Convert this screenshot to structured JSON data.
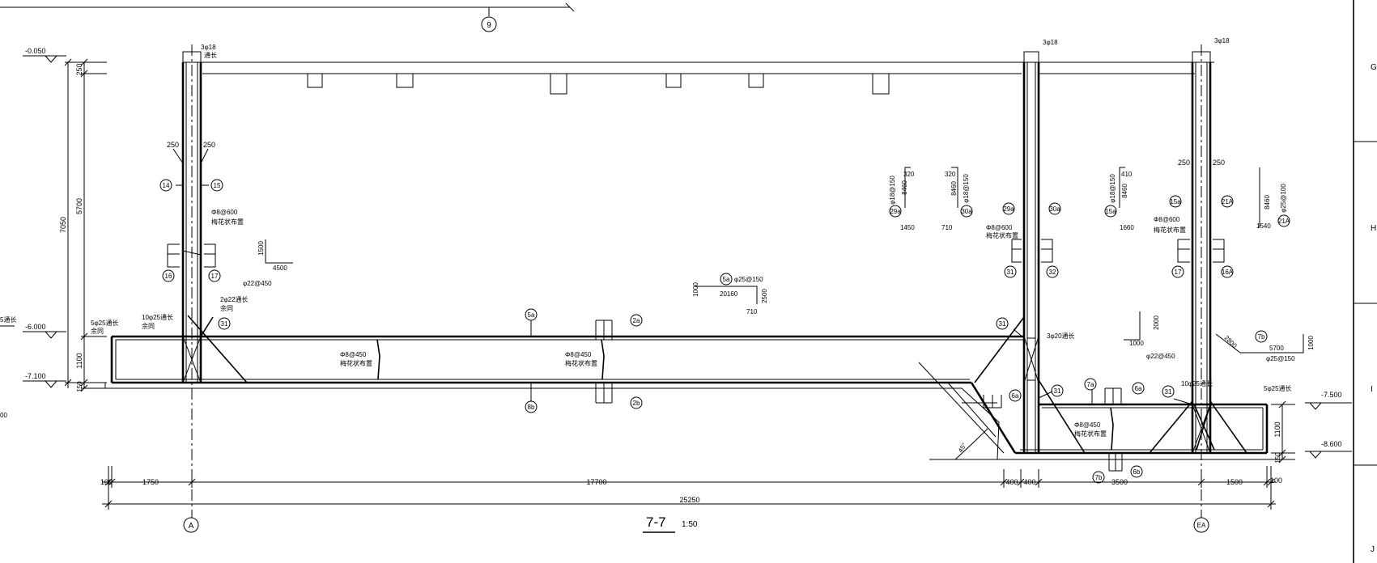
{
  "section": {
    "title": "7-7",
    "scale": "1:50"
  },
  "grid": {
    "top_axis": "9",
    "axis_a": "A",
    "axis_ea": "EA"
  },
  "row_labels": [
    "G",
    "H",
    "I",
    "J"
  ],
  "levels": {
    "top": "-0.050",
    "mid": "-6.000",
    "base": "-7.100",
    "right_mid": "-7.500",
    "right_base": "-8.600"
  },
  "left_dims": {
    "d250": "250",
    "d5700": "5700",
    "d7050": "7050",
    "d1100": "1100",
    "d150": "150"
  },
  "right_dims": {
    "d1100": "1100",
    "d150": "150"
  },
  "bottom_dims": {
    "d100a": "100",
    "d1750": "1750",
    "d17700": "17700",
    "d400a": "400",
    "d400b": "400",
    "d3500": "3500",
    "d1500": "1500",
    "d100b": "100",
    "total": "25250"
  },
  "wall_labels": {
    "top_bar_a": "3φ18",
    "top_bar_b": "3φ18",
    "top_bar_c": "3φ18",
    "through_long": "通长",
    "w250a": "250",
    "w250b": "250",
    "w250c": "250",
    "w250d": "250",
    "m14": "14",
    "m15": "15",
    "m16": "16",
    "m17": "17",
    "m31a": "31",
    "stirrup_a": "Φ8@600",
    "stirrup_note": "梅花状布置",
    "m29a": "29a",
    "m30a": "30a",
    "m31b": "31",
    "m32": "32",
    "m31c": "31",
    "stirrup_b": "Φ8@600",
    "m15a": "15a",
    "m21a": "21A",
    "m17b": "17",
    "m16a": "16A",
    "m31d": "31",
    "stirrup_c": "Φ8@600"
  },
  "bar_details": {
    "d1_l1": "1500",
    "d1_l2": "4500",
    "d1_spec": "φ22@450",
    "d2_spec": "φ25@150",
    "d2_l1": "1000",
    "d2_l2": "20160",
    "d2_l3": "2500",
    "d2_l4": "710",
    "d2_mark": "5a",
    "d3_spec": "φ18@150",
    "d3_l1": "320",
    "d3_l2": "8460",
    "d3_l3": "1450",
    "d3_mark": "29a",
    "d4_l1": "320",
    "d4_l2": "8460",
    "d4_spec": "φ18@150",
    "d4_l3": "710",
    "d4_mark": "30a",
    "d5_spec": "φ18@150",
    "d5_l1": "410",
    "d5_l2": "8460",
    "d5_l3": "1660",
    "d5_mark": "15a",
    "d6_l1": "8460",
    "d6_spec": "φ25@100",
    "d6_l2": "1540",
    "d6_mark": "21A",
    "d7_l1": "2000",
    "d7_l2": "1000",
    "d7_spec": "φ22@450",
    "d8_mark": "7b",
    "d8_l1": "2800",
    "d8_l2": "5700",
    "d8_l3": "1000",
    "d8_spec": "φ25@150"
  },
  "slab_labels": {
    "left_bar": "5φ25通长",
    "left_bar_note": "余同",
    "corner_bar": "10φ25通长",
    "corner_note": "余同",
    "add_bar": "2φ22通长",
    "add_note": "余同",
    "m31": "31",
    "m5a": "5a",
    "m2a": "2a",
    "m8b": "8b",
    "m2b": "2b",
    "stirrup_1": "Φ8@450",
    "stirrup_2": "Φ8@450",
    "stirrup_note": "梅花状布置",
    "m31e": "31",
    "right_bar": "3φ20通长",
    "m6a_l": "6a",
    "m31f": "31",
    "m7a": "7a",
    "m6a_r": "6a",
    "m31g": "31",
    "corner_bar_r": "10φ25通长",
    "end_bar_r": "5φ25通长",
    "stirrup_3": "Φ8@450",
    "m7b": "7b",
    "m6b": "6b",
    "angle": "45°",
    "edge_partial": "5通长",
    "edge_zero": "00"
  }
}
